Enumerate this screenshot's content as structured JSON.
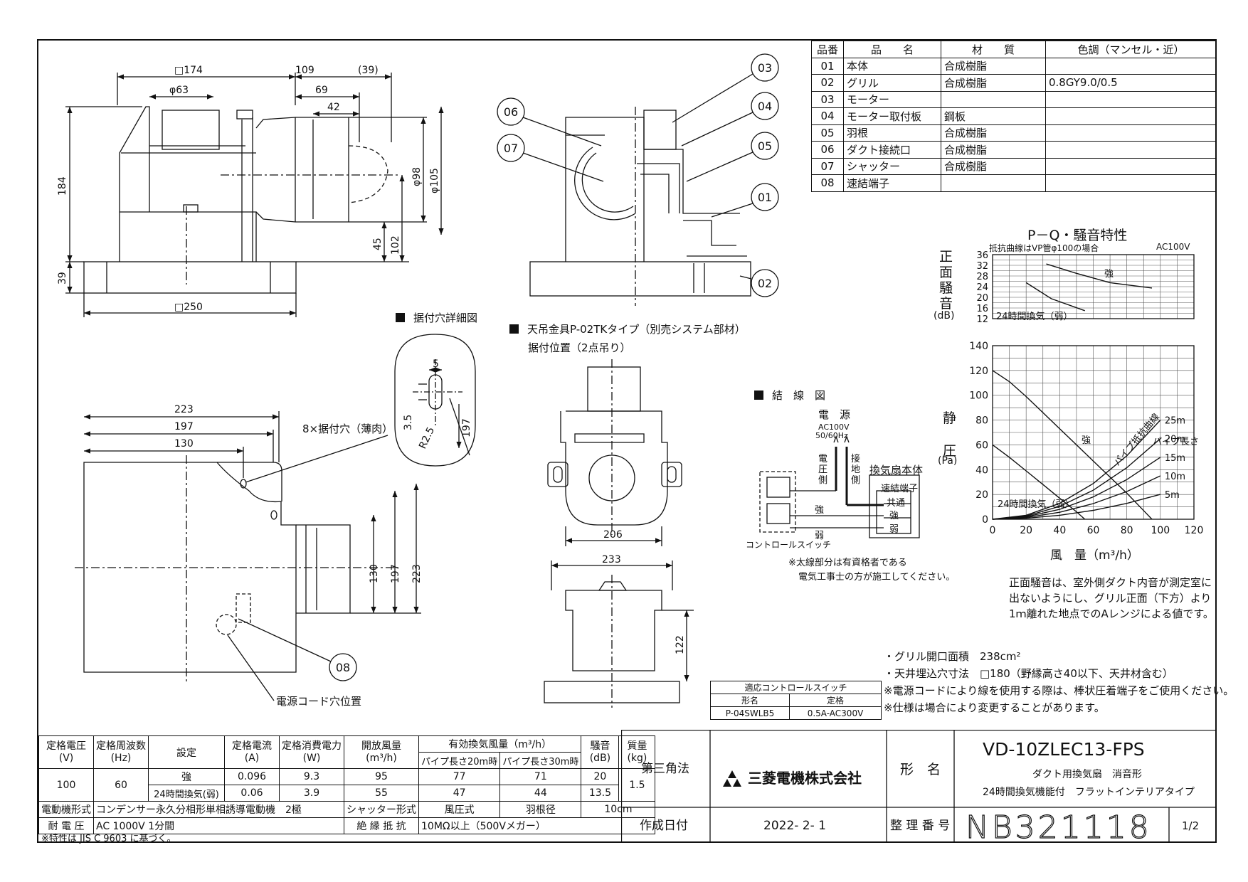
{
  "parts_table": {
    "headers": [
      "品番",
      "品　　名",
      "材　　質",
      "色調（マンセル・近）"
    ],
    "rows": [
      [
        "01",
        "本体",
        "合成樹脂",
        ""
      ],
      [
        "02",
        "グリル",
        "合成樹脂",
        "0.8GY9.0/0.5"
      ],
      [
        "03",
        "モーター",
        "",
        ""
      ],
      [
        "04",
        "モーター取付板",
        "鋼板",
        ""
      ],
      [
        "05",
        "羽根",
        "合成樹脂",
        ""
      ],
      [
        "06",
        "ダクト接続口",
        "合成樹脂",
        ""
      ],
      [
        "07",
        "シャッター",
        "合成樹脂",
        ""
      ],
      [
        "08",
        "速結端子",
        "",
        ""
      ]
    ]
  },
  "views": {
    "side": {
      "d174": "□174",
      "d63": "φ63",
      "d109": "109",
      "d39p": "(39)",
      "d69": "69",
      "d42": "42",
      "d98": "φ98",
      "d105": "φ105",
      "d184": "184",
      "d45": "45",
      "d102": "102",
      "d39": "39",
      "d250": "□250"
    },
    "callouts": [
      "03",
      "04",
      "05",
      "01",
      "06",
      "07",
      "02",
      "08"
    ],
    "top": {
      "d223": "223",
      "d197": "197",
      "d130": "130",
      "v130": "130",
      "v197": "197",
      "v223": "223",
      "holes": "8×据付穴（薄肉）",
      "cord": "電源コード穴位置"
    },
    "hole_detail": {
      "title": "据付穴詳細図",
      "d5": "5",
      "d35": "3.5",
      "r25": "R2.5",
      "d197": "197"
    },
    "hanger": {
      "title": "天吊金具P-02TKタイプ（別売システム部材）",
      "subtitle": "据付位置（2点吊り）",
      "d206": "206",
      "d233": "233",
      "d122": "122"
    }
  },
  "wiring": {
    "title": "結　線　図",
    "power": "電　源",
    "voltage": "AC100V",
    "freq": "50/60Hz",
    "pressure_side": "電圧側",
    "ground_side": "接地側",
    "unit": "換気扇本体",
    "terminal": "速結端子",
    "common": "共通",
    "strong": "強",
    "weak": "弱",
    "switch": "コントロールスイッチ",
    "note1": "※太線部分は有資格者である",
    "note2": "電気工事士の方が施工してください。"
  },
  "noise_chart": {
    "title": "P－Q・騒音特性",
    "subtitle": "抵抗曲線はVP管φ100の場合",
    "supply": "AC100V",
    "ylabel": "正面騒音",
    "yunit": "(dB)",
    "strong": "強",
    "weak": "24時間換気（弱）"
  },
  "chart_data": [
    {
      "type": "line",
      "ylabel": "正面騒音",
      "ylim": [
        12,
        36
      ],
      "yticks": [
        12,
        16,
        20,
        24,
        28,
        32,
        36
      ],
      "xlim": [
        0,
        120
      ],
      "series": [
        {
          "name": "強",
          "x": [
            32,
            50,
            70,
            95
          ],
          "y": [
            32.5,
            29,
            25.5,
            23.5
          ]
        },
        {
          "name": "24時間換気（弱）",
          "x": [
            20,
            35,
            55
          ],
          "y": [
            25.5,
            19.5,
            15
          ]
        }
      ]
    },
    {
      "type": "line",
      "title": "",
      "xlabel": "風　量（m³/h）",
      "ylabel": "静圧",
      "yunit": "(Pa)",
      "xlim": [
        0,
        120
      ],
      "ylim": [
        0,
        140
      ],
      "xticks": [
        0,
        20,
        40,
        60,
        80,
        100,
        120
      ],
      "yticks": [
        0,
        20,
        40,
        60,
        80,
        100,
        120,
        140
      ],
      "strong_label": "強",
      "weak_label": "24時間換気（弱）",
      "resist_title": "パイプ抵抗曲線",
      "pipe_title": "パイプ長さ",
      "series": [
        {
          "name": "強",
          "x": [
            0,
            10,
            20,
            30,
            40,
            50,
            60,
            70,
            80,
            90,
            95
          ],
          "y": [
            120,
            111,
            99,
            86,
            73,
            60,
            47,
            34,
            21,
            7,
            0
          ]
        },
        {
          "name": "24時間換気（弱）",
          "x": [
            0,
            10,
            20,
            30,
            40,
            50,
            55
          ],
          "y": [
            60,
            50,
            39,
            28,
            17,
            6,
            0
          ]
        },
        {
          "name": "25m",
          "x": [
            0,
            20,
            40,
            60,
            80,
            100
          ],
          "y": [
            0,
            3.2,
            12.8,
            28.8,
            51.2,
            80
          ]
        },
        {
          "name": "20m",
          "x": [
            0,
            20,
            40,
            60,
            80,
            100
          ],
          "y": [
            0,
            2.6,
            10.4,
            23.4,
            41.6,
            65
          ]
        },
        {
          "name": "15m",
          "x": [
            0,
            20,
            40,
            60,
            80,
            100
          ],
          "y": [
            0,
            2,
            8,
            18,
            32,
            50
          ]
        },
        {
          "name": "10m",
          "x": [
            0,
            20,
            40,
            60,
            80,
            100
          ],
          "y": [
            0,
            1.4,
            5.6,
            12.6,
            22.4,
            35
          ]
        },
        {
          "name": "5m",
          "x": [
            0,
            20,
            40,
            60,
            80,
            100
          ],
          "y": [
            0,
            0.8,
            3.2,
            7.2,
            12.8,
            20
          ]
        }
      ]
    }
  ],
  "chart_note": [
    "正面騒音は、室外側ダクト内音が測定室に",
    "出ないようにし、グリル正面（下方）より",
    "1ｍ離れた地点でのAレンジによる値です。"
  ],
  "notes": [
    "・グリル開口面積　238cm²",
    "・天井埋込穴寸法　□180（野縁高さ40以下、天井材含む）",
    "※電源コードにより線を使用する際は、棒状圧着端子をご使用ください。",
    "※仕様は場合により変更することがあります。"
  ],
  "switch_table": {
    "title": "適応コントロールスイッチ",
    "h1": "形名",
    "h2": "定格",
    "v1": "P-04SWLB5",
    "v2": "0.5A-AC300V"
  },
  "spec": {
    "h_voltage": "定格電圧",
    "u_voltage": "(V)",
    "h_freq": "定格周波数",
    "u_freq": "(Hz)",
    "h_setting": "設定",
    "h_current": "定格電流",
    "u_current": "(A)",
    "h_power": "定格消費電力",
    "u_power": "(W)",
    "h_open": "開放風量",
    "u_open": "(m³/h)",
    "h_eff": "有効換気風量（m³/h）",
    "h_p20": "パイプ長さ20m時",
    "h_p30": "パイプ長さ30m時",
    "h_noise": "騒音",
    "u_noise": "(dB)",
    "h_mass": "質量",
    "u_mass": "(kg)",
    "voltage": "100",
    "freq": "60",
    "strong": {
      "label": "強",
      "current": "0.096",
      "power": "9.3",
      "open": "95",
      "p20": "77",
      "p30": "71",
      "noise": "20"
    },
    "weak": {
      "label": "24時間換気(弱)",
      "current": "0.06",
      "power": "3.9",
      "open": "55",
      "p20": "47",
      "p30": "44",
      "noise": "13.5"
    },
    "mass": "1.5",
    "motor_h": "電動機形式",
    "motor": "コンデンサー永久分相形単相誘導電動機　2極",
    "shutter_h": "シャッター形式",
    "shutter": "風圧式",
    "blade_h": "羽根径",
    "blade": "10cm",
    "withstand_h": "耐 電 圧",
    "withstand": "AC 1000V 1分間",
    "insul_h": "絶 縁 抵 抗",
    "insul": "10MΩ以上（500Vメガー）",
    "footnote": "※特性は JIS C 9603 に基づく。"
  },
  "title_block": {
    "projection": "第三角法",
    "company": "三菱電機株式会社",
    "model_label": "形　名",
    "model": "VD-10ZLEC13-FPS",
    "desc1": "ダクト用換気扇　消音形",
    "desc2": "24時間換気機能付　フラットインテリアタイプ",
    "date_label": "作成日付",
    "date": "2022- 2- 1",
    "number_label": "整 理 番 号",
    "number": "NB321118",
    "page": "1/2"
  }
}
